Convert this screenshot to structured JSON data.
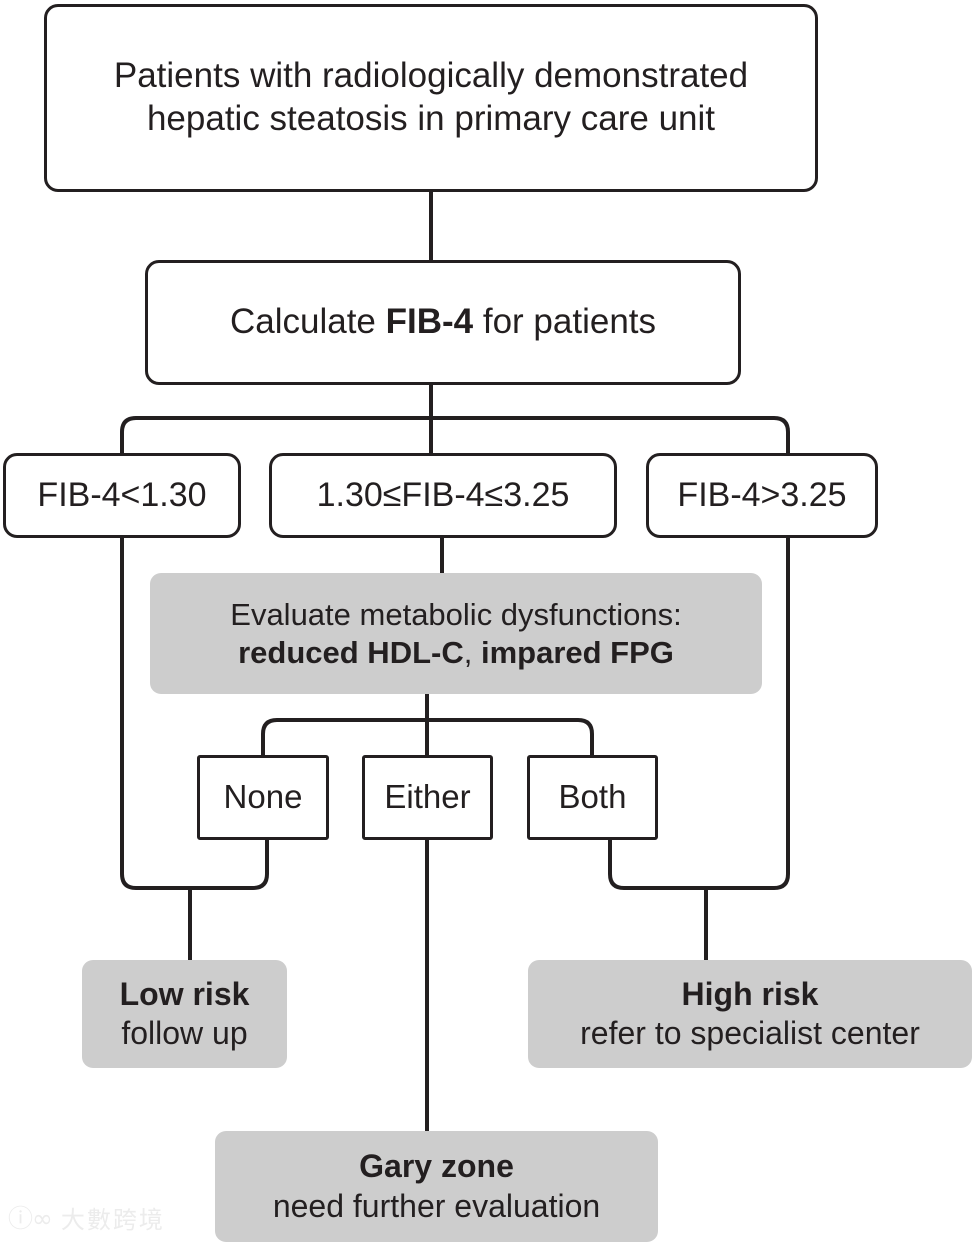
{
  "figure": {
    "type": "clinical-decision-flowchart",
    "title": "FIB-4 based risk stratification pathway for hepatic steatosis",
    "colors": {
      "stroke": "#231f20",
      "box_fill_white": "#ffffff",
      "box_fill_gray": "#cdcdcd",
      "text": "#231f20",
      "watermark": "#ececec"
    }
  },
  "nodes": {
    "intake": {
      "line1": "Patients with radiologically demonstrated",
      "line2": "hepatic steatosis in primary care unit",
      "style": "white-rounded"
    },
    "calculate_fib4": {
      "pre": "Calculate ",
      "bold": "FIB-4",
      "post": " for patients",
      "style": "white-rounded"
    },
    "fib4_low": {
      "label": "FIB-4<1.30",
      "style": "white-rounded"
    },
    "fib4_mid": {
      "label": "1.30≤FIB-4≤3.25",
      "style": "white-rounded"
    },
    "fib4_high": {
      "label": "FIB-4>3.25",
      "style": "white-rounded"
    },
    "evaluate": {
      "line1": "Evaluate metabolic dysfunctions:",
      "bold1": "reduced HDL-C",
      "sep": ", ",
      "bold2": "impared FPG",
      "style": "gray"
    },
    "none": {
      "label": "None",
      "style": "white-square"
    },
    "either": {
      "label": "Either",
      "style": "white-square"
    },
    "both": {
      "label": "Both",
      "style": "white-square"
    },
    "low_risk": {
      "title": "Low risk",
      "subtitle": "follow up",
      "style": "gray"
    },
    "high_risk": {
      "title": "High risk",
      "subtitle": "refer to specialist center",
      "style": "gray"
    },
    "gray_zone": {
      "title": "Gary zone",
      "subtitle": "need further evaluation",
      "style": "gray"
    }
  },
  "watermark": {
    "mark": "ⓘ∞",
    "text": "大數跨境"
  }
}
